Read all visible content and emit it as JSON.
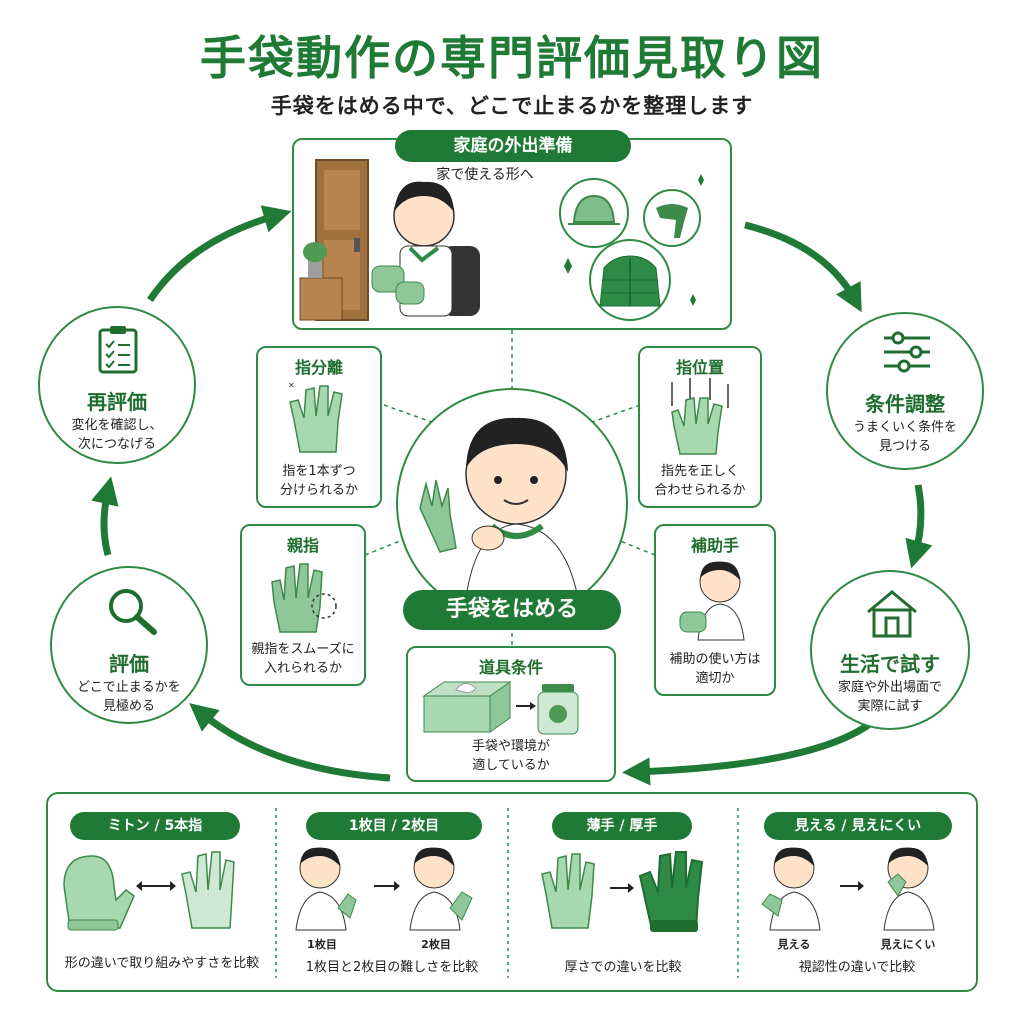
{
  "title": "手袋動作の専門評価見取り図",
  "subtitle": "手袋をはめる中で、どこで止まるかを整理します",
  "colors": {
    "dark_green": "#1f7a35",
    "mid_green": "#2e8b45",
    "light_green": "#8fc79a",
    "pale_green": "#cfe8d4"
  },
  "center": {
    "label": "手袋をはめる"
  },
  "top_card": {
    "heading": "家庭の外出準備",
    "text": "家で使える形へ"
  },
  "cycle": [
    {
      "key": "reeval",
      "title": "再評価",
      "desc1": "変化を確認し、",
      "desc2": "次につなげる",
      "icon": "clipboard-icon"
    },
    {
      "key": "adjust",
      "title": "条件調整",
      "desc1": "うまくいく条件を",
      "desc2": "見つける",
      "icon": "sliders-icon"
    },
    {
      "key": "life",
      "title": "生活で試す",
      "desc1": "家庭や外出場面で",
      "desc2": "実際に試す",
      "icon": "house-icon"
    },
    {
      "key": "eval",
      "title": "評価",
      "desc1": "どこで止まるかを",
      "desc2": "見極める",
      "icon": "magnifier-icon"
    }
  ],
  "inner_cards": {
    "finger_sep": {
      "title": "指分離",
      "line1": "指を1本ずつ",
      "line2": "分けられるか"
    },
    "finger_pos": {
      "title": "指位置",
      "line1": "指先を正しく",
      "line2": "合わせられるか"
    },
    "thumb": {
      "title": "親指",
      "line1": "親指をスムーズに",
      "line2": "入れられるか"
    },
    "helper": {
      "title": "補助手",
      "line1": "補助の使い方は",
      "line2": "適切か"
    },
    "tools": {
      "title": "道具条件",
      "line1": "手袋や環境が",
      "line2": "適しているか"
    }
  },
  "bottom": [
    {
      "pill": "ミトン / 5本指",
      "desc": "形の違いで取り組みやすさを比較",
      "left": "",
      "right": ""
    },
    {
      "pill": "1枚目 / 2枚目",
      "desc": "1枚目と2枚目の難しさを比較",
      "left": "1枚目",
      "right": "2枚目"
    },
    {
      "pill": "薄手 / 厚手",
      "desc": "厚さでの違いを比較",
      "left": "",
      "right": ""
    },
    {
      "pill": "見える / 見えにくい",
      "desc": "視認性の違いで比較",
      "left": "見える",
      "right": "見えにくい"
    }
  ]
}
